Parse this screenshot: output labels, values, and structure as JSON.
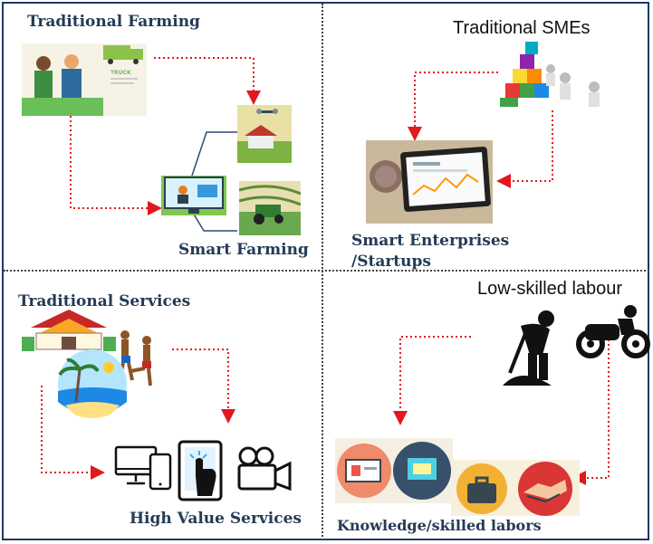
{
  "quadrants": {
    "farming": {
      "from_label": "Traditional Farming",
      "to_label": "Smart Farming",
      "truck_text": "TRUCK"
    },
    "smes": {
      "from_label": "Traditional SMEs",
      "to_label": "Smart Enterprises\n/Startups"
    },
    "services": {
      "from_label": "Traditional Services",
      "to_label": "High Value Services"
    },
    "labour": {
      "from_label": "Low-skilled labour",
      "to_label": "Knowledge/skilled labors"
    }
  },
  "colors": {
    "arrow": "#e0191d",
    "title_text": "#243b55",
    "frame": "#1f3864"
  }
}
